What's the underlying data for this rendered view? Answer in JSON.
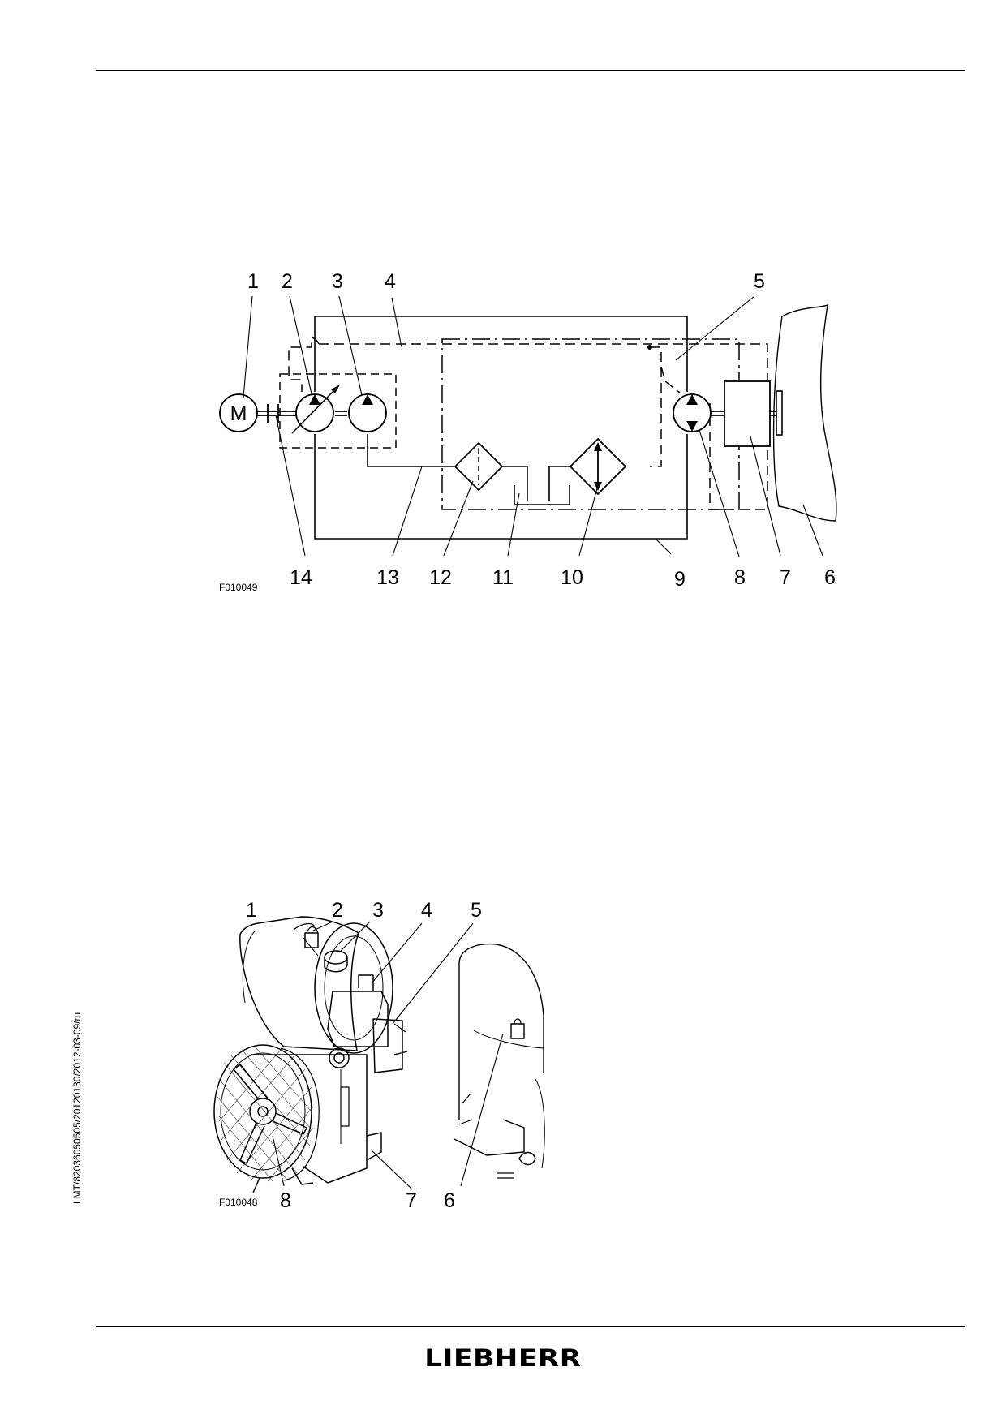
{
  "header": {},
  "figure1": {
    "code": "F010049",
    "callouts": [
      "1",
      "2",
      "3",
      "4",
      "5",
      "6",
      "7",
      "8",
      "9",
      "10",
      "11",
      "12",
      "13",
      "14"
    ],
    "motor_symbol": "M"
  },
  "figure2": {
    "code": "F010048",
    "callouts": [
      "1",
      "2",
      "3",
      "4",
      "5",
      "6",
      "7",
      "8"
    ]
  },
  "footer": {
    "document_id": "LMT/82036050505/20120130/2012-03-09/ru",
    "brand": "LIEBHERR"
  }
}
